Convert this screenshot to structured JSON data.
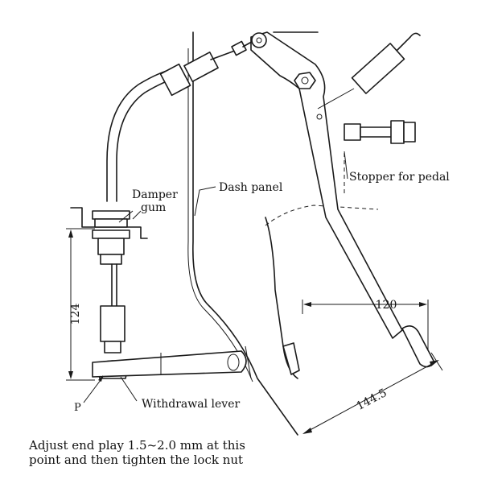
{
  "labels": {
    "damper_gum": [
      "Damper",
      "gum"
    ],
    "dash_panel": "Dash panel",
    "stopper": "Stopper for pedal",
    "withdrawal_lever": "Withdrawal lever",
    "point_p": "P",
    "dim_124": "124",
    "dim_120": "120",
    "dim_144_5": "144.5",
    "note_line1": "Adjust end play 1.5~2.0 mm at this",
    "note_line2": "point and then tighten the lock nut"
  }
}
